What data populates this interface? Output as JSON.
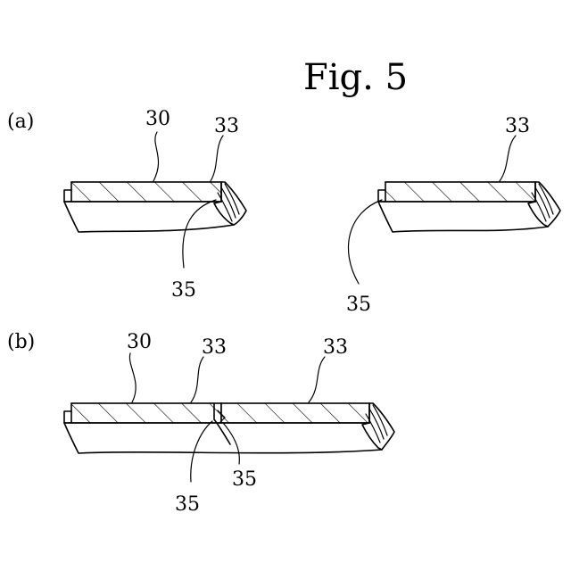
{
  "figure": {
    "title": "Fig. 5",
    "panel_a_label": "(a)",
    "panel_b_label": "(b)"
  },
  "labels": {
    "a_left_30": "30",
    "a_left_33": "33",
    "a_left_35": "35",
    "a_right_33": "33",
    "a_right_35": "35",
    "b_30": "30",
    "b_33_left": "33",
    "b_33_right": "33",
    "b_35_left": "35",
    "b_35_right": "35"
  }
}
